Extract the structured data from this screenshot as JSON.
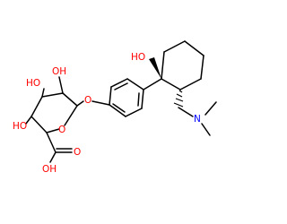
{
  "structure": {
    "colors": {
      "bond": "#000000",
      "oxygen": "#ff0000",
      "nitrogen": "#0000ff"
    },
    "labels": {
      "ho_top": "HO",
      "oh_ring_c3": "OH",
      "ho_ring_c4": "HO",
      "ho_ring_c5": "HO",
      "o_glycosidic": "O",
      "o_ring": "O",
      "o_carbonyl": "O",
      "oh_carboxyl": "OH",
      "n_dimethylamino": "N"
    }
  }
}
